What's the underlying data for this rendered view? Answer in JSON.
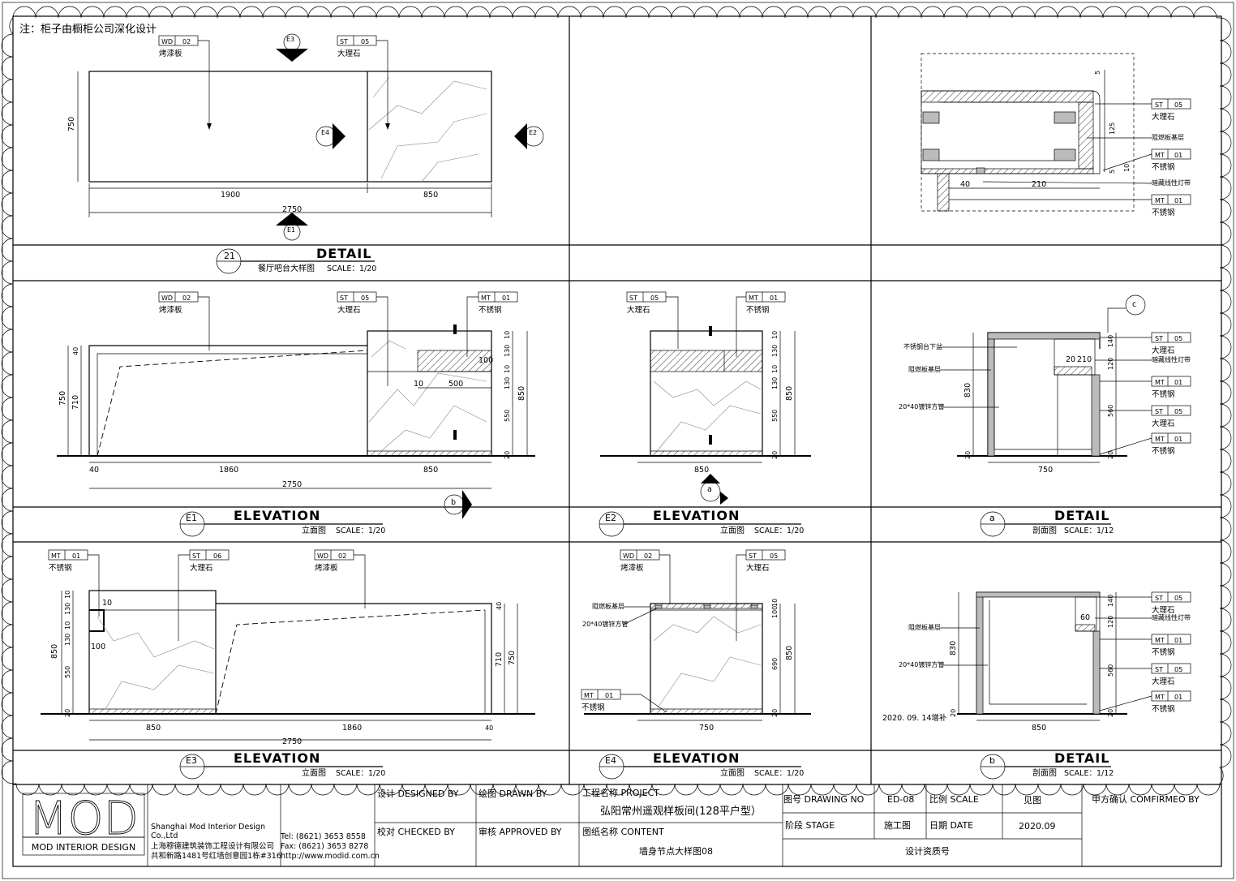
{
  "note": "注：柜子由橱柜公司深化设计",
  "materials": {
    "wd02": {
      "code": "WD",
      "num": "02",
      "name": "烤漆板"
    },
    "st05": {
      "code": "ST",
      "num": "05",
      "name": "大理石"
    },
    "st06": {
      "code": "ST",
      "num": "06",
      "name": "大理石"
    },
    "mt01": {
      "code": "MT",
      "num": "01",
      "name": "不锈钢"
    }
  },
  "annot": {
    "mdf_base": "阻燃板基层",
    "tube": "20*40镀锌方管",
    "led": "暗藏线性灯带",
    "steel_base": "不锈钢台下盆",
    "date_note": "2020. 09. 14增补"
  },
  "views": {
    "d21": {
      "mark": "21",
      "title": "DETAIL",
      "sub": "餐厅吧台大样图",
      "scale": "SCALE：1/20"
    },
    "e1": {
      "mark": "E1",
      "title": "ELEVATION",
      "sub": "立面图",
      "scale": "SCALE：1/20"
    },
    "e2": {
      "mark": "E2",
      "title": "ELEVATION",
      "sub": "立面图",
      "scale": "SCALE：1/20"
    },
    "e3": {
      "mark": "E3",
      "title": "ELEVATION",
      "sub": "立面图",
      "scale": "SCALE：1/20"
    },
    "e4": {
      "mark": "E4",
      "title": "ELEVATION",
      "sub": "立面图",
      "scale": "SCALE：1/20"
    },
    "da": {
      "mark": "a",
      "title": "DETAIL",
      "sub": "剖面图",
      "scale": "SCALE：1/12"
    },
    "db": {
      "mark": "b",
      "title": "DETAIL",
      "sub": "剖面图",
      "scale": "SCALE：1/12"
    },
    "cmark": "c"
  },
  "dims": {
    "plan": {
      "w1": "1900",
      "w2": "850",
      "total": "2750",
      "h": "750"
    },
    "e1": {
      "h750": "750",
      "h710": "710",
      "t40": "40",
      "w40": "40",
      "w1860": "1860",
      "w850": "850",
      "total": "2750",
      "w500": "500",
      "w100": "100",
      "w10": "10",
      "v1": "10",
      "v2": "130",
      "v3": "10",
      "v4": "130",
      "v5": "550",
      "v6": "20",
      "v850": "850"
    },
    "e2": {
      "w": "850",
      "v1": "10",
      "v2": "130",
      "v3": "10",
      "v4": "130",
      "v5": "550",
      "v6": "20",
      "v850": "850"
    },
    "e3": {
      "v1": "10",
      "v2": "130",
      "v3": "10",
      "v4": "130",
      "v5": "550",
      "v6": "20",
      "v850": "850",
      "w10": "10",
      "w100": "100",
      "w850": "850",
      "w1860": "1860",
      "w40": "40",
      "total": "2750",
      "h40": "40",
      "h710": "710",
      "h750": "750"
    },
    "e4": {
      "w": "750",
      "v100": "100",
      "v690": "690",
      "v20": "20",
      "v850": "850",
      "v10": "10"
    },
    "top": {
      "d5a": "5",
      "d125": "125",
      "d5b": "5",
      "d10": "10",
      "w40": "40",
      "w210": "210"
    },
    "da": {
      "w": "750",
      "h830": "830",
      "v140": "140",
      "v120": "120",
      "v560": "560",
      "v20": "20",
      "w210": "210",
      "w20": "20"
    },
    "db": {
      "w": "850",
      "h830": "830",
      "v140": "140",
      "v120": "120",
      "v560": "560",
      "v20": "20",
      "w60": "60"
    }
  },
  "title_block": {
    "logo_text": "MOD",
    "logo_sub": "MOD INTERIOR DESIGN",
    "company_en1": "Shanghai Mod Interior Design",
    "company_en2": "Co.,Ltd",
    "company_cn": "上海穆德建筑装饰工程设计有限公司",
    "address": "共和新路1481号红墙创意园1栋#316",
    "tel": "Tel: (8621) 3653 8558",
    "fax": "Fax: (8621) 3653 8278",
    "web": "http://www.modid.com.cn",
    "designed_by": "设计 DESIGNED BY",
    "drawn_by": "绘图 DRAWN BY",
    "checked_by": "校对 CHECKED BY",
    "approved_by": "审核 APPROVED BY",
    "project_label": "工程名称 PROJECT",
    "project_value": "弘阳常州遥观样板间(128平户型）",
    "content_label": "图纸名称 CONTENT",
    "content_value": "墙身节点大样图08",
    "drawing_no_label": "图号 DRAWING NO",
    "drawing_no_value": "ED-08",
    "scale_label": "比例 SCALE",
    "scale_value": "见图",
    "stage_label": "阶段 STAGE",
    "stage_value": "施工图",
    "date_label": "日期 DATE",
    "date_value": "2020.09",
    "qual_label": "设计资质号",
    "confirm_label": "甲方确认 COMFIRMEO BY"
  }
}
